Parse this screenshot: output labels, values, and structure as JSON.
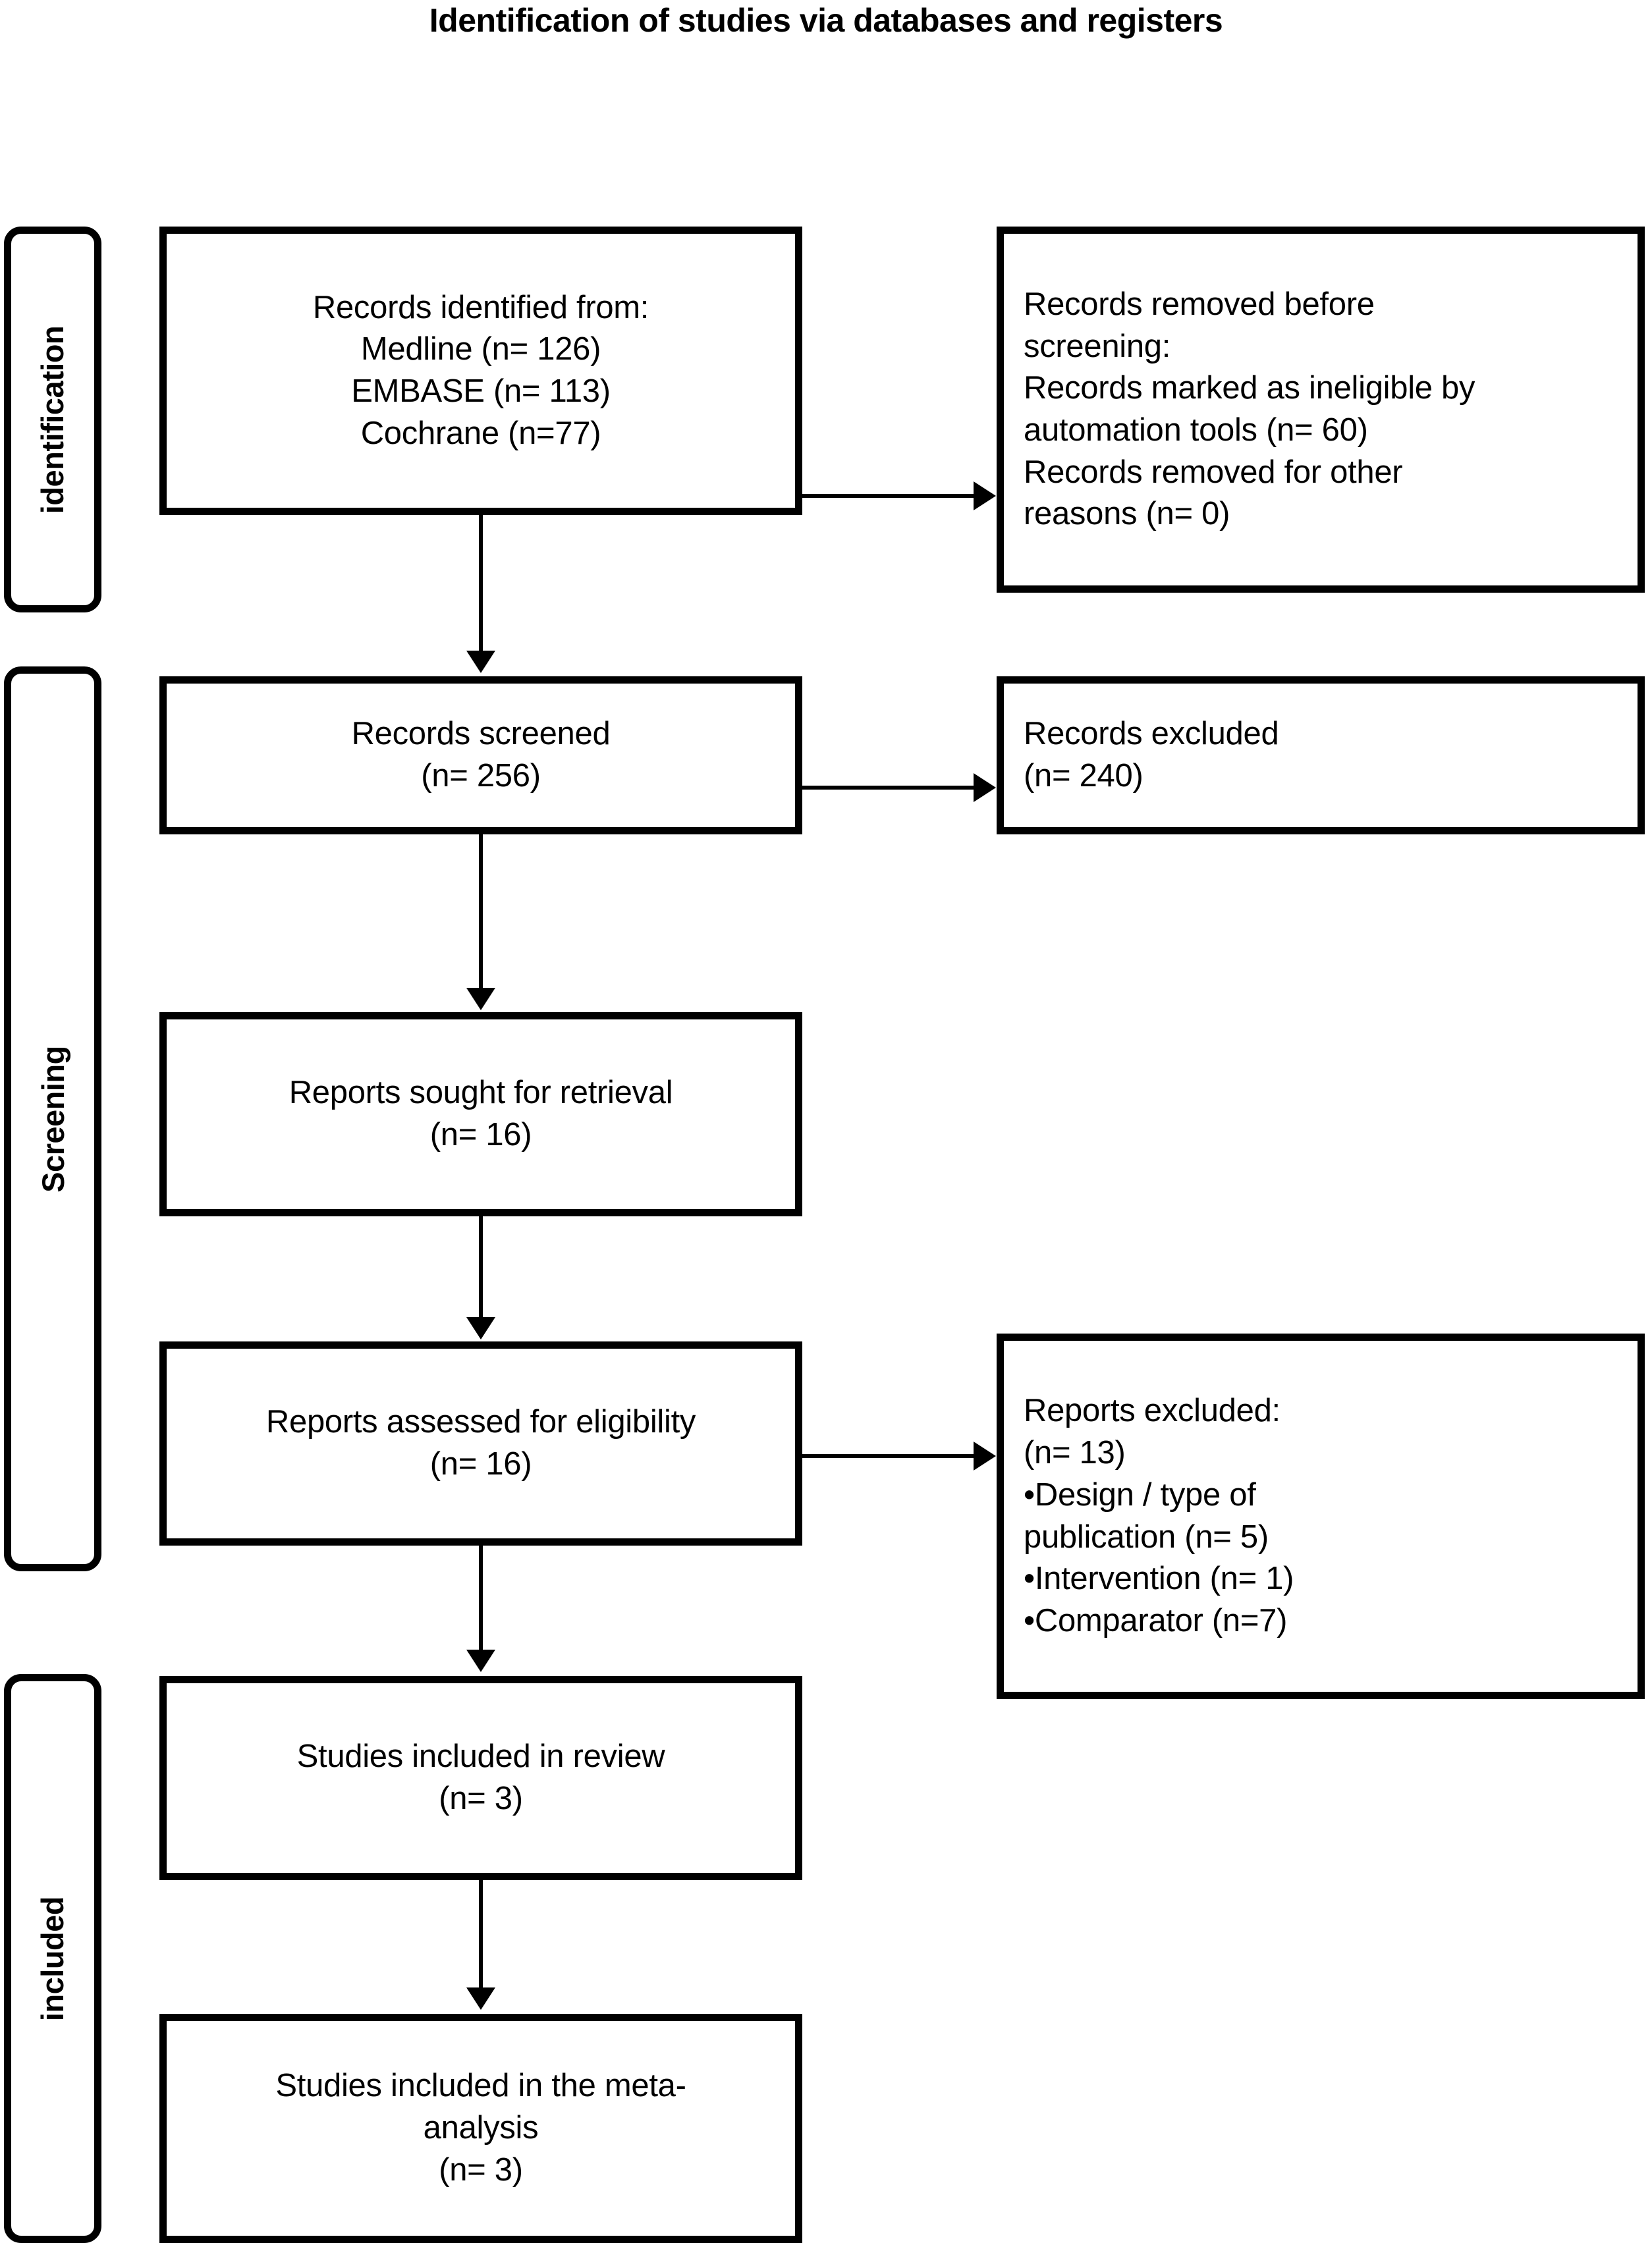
{
  "title": "Identification of studies via databases and registers",
  "phases": [
    {
      "id": "identification",
      "label": "identification"
    },
    {
      "id": "screening",
      "label": "Screening"
    },
    {
      "id": "included",
      "label": "included"
    }
  ],
  "nodes": {
    "records_identified": {
      "text": "Records identified from:\nMedline (n= 126)\nEMBASE (n= 113)\nCochrane (n=77)"
    },
    "records_removed": {
      "text": "Records removed before\nscreening:\nRecords marked as ineligible by\nautomation tools (n= 60)\nRecords removed for other\nreasons (n= 0)"
    },
    "records_screened": {
      "text": "Records screened\n(n= 256)"
    },
    "records_excluded": {
      "text": "Records excluded\n(n= 240)"
    },
    "reports_sought": {
      "text": "Reports sought for retrieval\n(n= 16)"
    },
    "reports_assessed": {
      "text": "Reports assessed for eligibility\n(n= 16)"
    },
    "reports_excluded": {
      "text": "Reports excluded:\n(n= 13)\n•Design / type of\npublication (n= 5)\n•Intervention  (n= 1)\n•Comparator (n=7)"
    },
    "studies_included_review": {
      "text": "Studies included in review\n(n= 3)"
    },
    "studies_included_meta": {
      "text": "Studies included in the meta-\nanalysis\n(n= 3)"
    }
  },
  "counts": {
    "medline": 126,
    "embase": 113,
    "cochrane": 77,
    "records_screened": 256,
    "records_excluded": 240,
    "ineligible_automation": 60,
    "removed_other": 0,
    "reports_sought": 16,
    "reports_assessed": 16,
    "reports_excluded_total": 13,
    "excluded_design_publication": 5,
    "excluded_intervention": 1,
    "excluded_comparator": 7,
    "studies_in_review": 3,
    "studies_in_meta_analysis": 3
  },
  "colors": {
    "stroke": "#000000",
    "background": "#ffffff",
    "text": "#000000"
  }
}
